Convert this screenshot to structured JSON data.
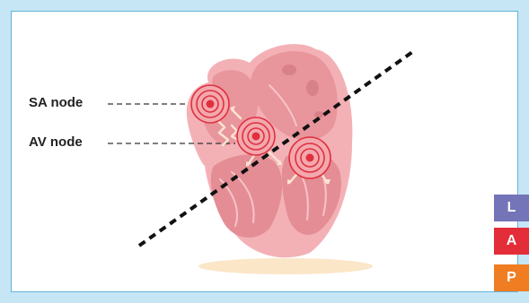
{
  "labels": {
    "sa_node": "SA node",
    "av_node": "AV node"
  },
  "badges": [
    {
      "letter": "L",
      "color": "#7474b8"
    },
    {
      "letter": "A",
      "color": "#e32d38"
    },
    {
      "letter": "P",
      "color": "#f07d22"
    }
  ],
  "colors": {
    "frame_border": "#c6e6f5",
    "frame_outline": "#5fb3d8",
    "heart_outer": "#f3b1b6",
    "heart_muscle": "#e89199",
    "node_ring": "#e0303d"
  }
}
